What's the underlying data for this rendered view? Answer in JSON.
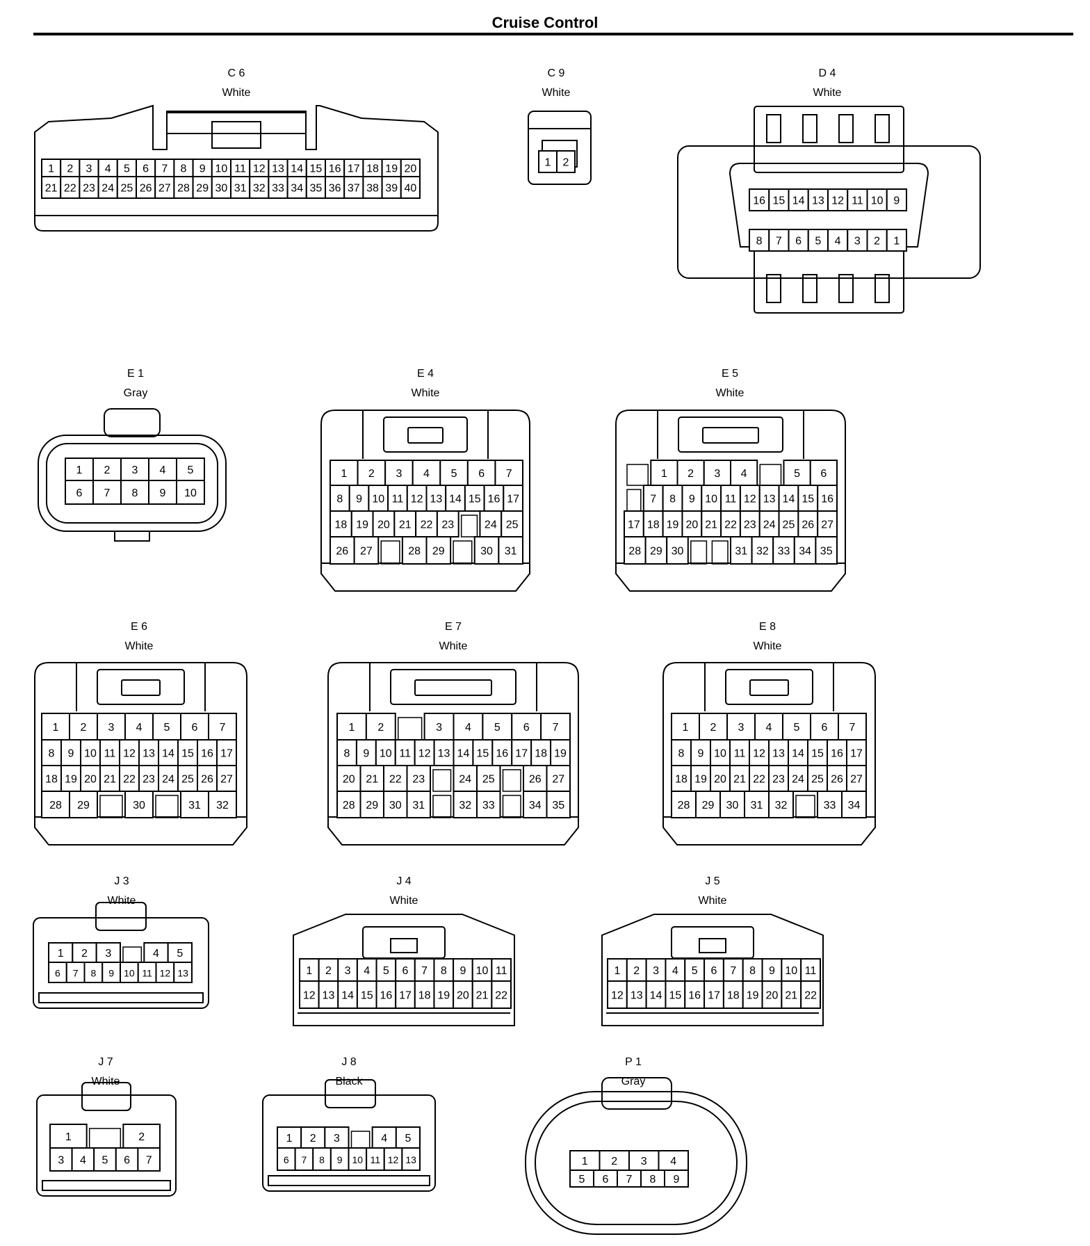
{
  "title": "Cruise Control",
  "connectors": [
    {
      "id": "C 6",
      "color": "White",
      "rows": [
        [
          "1",
          "2",
          "3",
          "4",
          "5",
          "6",
          "7",
          "8",
          "9",
          "10",
          "11",
          "12",
          "13",
          "14",
          "15",
          "16",
          "17",
          "18",
          "19",
          "20"
        ],
        [
          "21",
          "22",
          "23",
          "24",
          "25",
          "26",
          "27",
          "28",
          "29",
          "30",
          "31",
          "32",
          "33",
          "34",
          "35",
          "36",
          "37",
          "38",
          "39",
          "40"
        ]
      ]
    },
    {
      "id": "C 9",
      "color": "White",
      "rows": [
        [
          "1",
          "2"
        ]
      ]
    },
    {
      "id": "D 4",
      "color": "White",
      "rows": [
        [
          "16",
          "15",
          "14",
          "13",
          "12",
          "11",
          "10",
          "9"
        ],
        [
          "8",
          "7",
          "6",
          "5",
          "4",
          "3",
          "2",
          "1"
        ]
      ]
    },
    {
      "id": "E 1",
      "color": "Gray",
      "rows": [
        [
          "1",
          "2",
          "3",
          "4",
          "5"
        ],
        [
          "6",
          "7",
          "8",
          "9",
          "10"
        ]
      ]
    },
    {
      "id": "E 4",
      "color": "White",
      "rows": [
        [
          "1",
          "2",
          "3",
          "4",
          "5",
          "6",
          "7"
        ],
        [
          "8",
          "9",
          "10",
          "11",
          "12",
          "13",
          "14",
          "15",
          "16",
          "17"
        ],
        [
          "18",
          "19",
          "20",
          "21",
          "22",
          "23",
          "",
          "24",
          "25"
        ],
        [
          "26",
          "27",
          "",
          "28",
          "29",
          "",
          "30",
          "31"
        ]
      ]
    },
    {
      "id": "E 5",
      "color": "White",
      "rows": [
        [
          "",
          "1",
          "2",
          "3",
          "4",
          "",
          "5",
          "6"
        ],
        [
          "",
          "7",
          "8",
          "9",
          "10",
          "11",
          "12",
          "13",
          "14",
          "15",
          "16"
        ],
        [
          "17",
          "18",
          "19",
          "20",
          "21",
          "22",
          "23",
          "24",
          "25",
          "26",
          "27"
        ],
        [
          "28",
          "29",
          "30",
          "",
          "",
          "31",
          "32",
          "33",
          "34",
          "35"
        ]
      ]
    },
    {
      "id": "E 6",
      "color": "White",
      "rows": [
        [
          "1",
          "2",
          "3",
          "4",
          "5",
          "6",
          "7"
        ],
        [
          "8",
          "9",
          "10",
          "11",
          "12",
          "13",
          "14",
          "15",
          "16",
          "17"
        ],
        [
          "18",
          "19",
          "20",
          "21",
          "22",
          "23",
          "24",
          "25",
          "26",
          "27"
        ],
        [
          "28",
          "29",
          "",
          "30",
          "",
          "31",
          "32"
        ]
      ]
    },
    {
      "id": "E 7",
      "color": "White",
      "rows": [
        [
          "1",
          "2",
          "",
          "3",
          "4",
          "5",
          "6",
          "7"
        ],
        [
          "8",
          "9",
          "10",
          "11",
          "12",
          "13",
          "14",
          "15",
          "16",
          "17",
          "18",
          "19"
        ],
        [
          "20",
          "21",
          "22",
          "23",
          "",
          "24",
          "25",
          "",
          "26",
          "27"
        ],
        [
          "28",
          "29",
          "30",
          "31",
          "",
          "32",
          "33",
          "",
          "34",
          "35"
        ]
      ]
    },
    {
      "id": "E 8",
      "color": "White",
      "rows": [
        [
          "1",
          "2",
          "3",
          "4",
          "5",
          "6",
          "7"
        ],
        [
          "8",
          "9",
          "10",
          "11",
          "12",
          "13",
          "14",
          "15",
          "16",
          "17"
        ],
        [
          "18",
          "19",
          "20",
          "21",
          "22",
          "23",
          "24",
          "25",
          "26",
          "27"
        ],
        [
          "28",
          "29",
          "30",
          "31",
          "32",
          "",
          "33",
          "34"
        ]
      ]
    },
    {
      "id": "J 3",
      "color": "White",
      "rows": [
        [
          "1",
          "2",
          "3",
          "",
          "4",
          "5"
        ],
        [
          "6",
          "7",
          "8",
          "9",
          "10",
          "11",
          "12",
          "13"
        ]
      ]
    },
    {
      "id": "J 4",
      "color": "White",
      "rows": [
        [
          "1",
          "2",
          "3",
          "4",
          "5",
          "6",
          "7",
          "8",
          "9",
          "10",
          "11"
        ],
        [
          "12",
          "13",
          "14",
          "15",
          "16",
          "17",
          "18",
          "19",
          "20",
          "21",
          "22"
        ]
      ]
    },
    {
      "id": "J 5",
      "color": "White",
      "rows": [
        [
          "1",
          "2",
          "3",
          "4",
          "5",
          "6",
          "7",
          "8",
          "9",
          "10",
          "11"
        ],
        [
          "12",
          "13",
          "14",
          "15",
          "16",
          "17",
          "18",
          "19",
          "20",
          "21",
          "22"
        ]
      ]
    },
    {
      "id": "J 7",
      "color": "White",
      "rows": [
        [
          "1",
          "",
          "2"
        ],
        [
          "3",
          "4",
          "5",
          "6",
          "7"
        ]
      ]
    },
    {
      "id": "J 8",
      "color": "Black",
      "rows": [
        [
          "1",
          "2",
          "3",
          "",
          "4",
          "5"
        ],
        [
          "6",
          "7",
          "8",
          "9",
          "10",
          "11",
          "12",
          "13"
        ]
      ]
    },
    {
      "id": "P 1",
      "color": "Gray",
      "rows": [
        [
          "1",
          "2",
          "3",
          "4"
        ],
        [
          "5",
          "6",
          "7",
          "8",
          "9"
        ]
      ]
    }
  ]
}
